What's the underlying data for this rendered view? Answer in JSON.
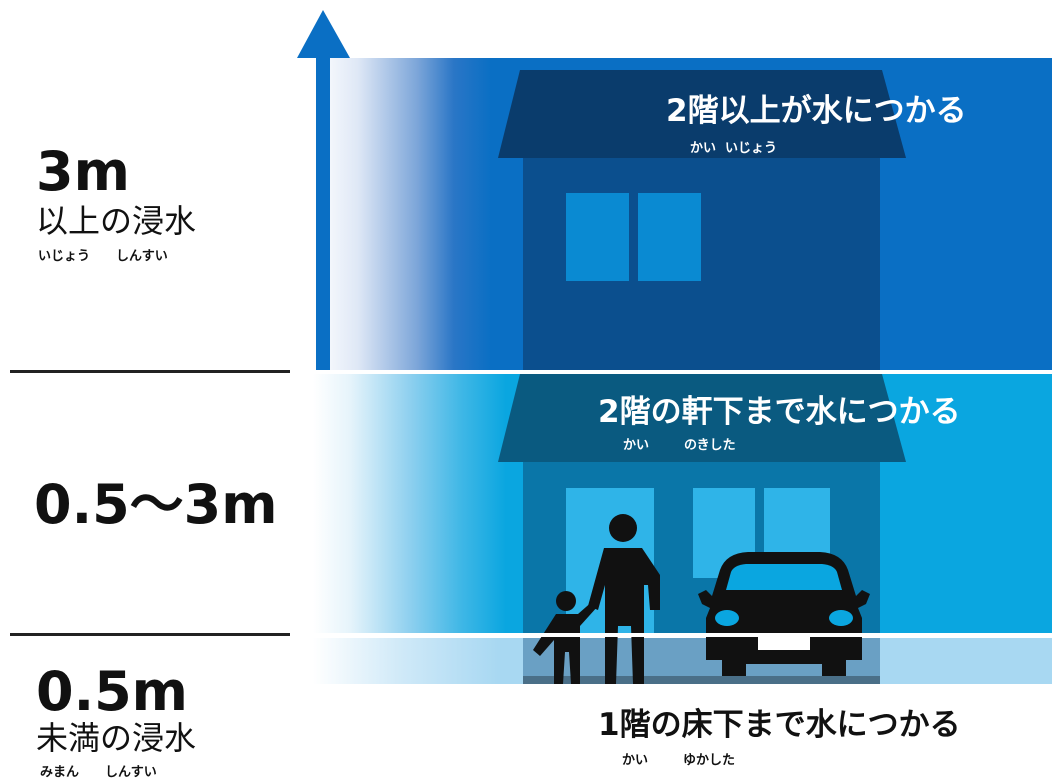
{
  "levels": {
    "top": {
      "value": "3m",
      "label": "以上の浸水",
      "ruby": "いじょう　　しんすい"
    },
    "middle": {
      "value": "0.5〜3m"
    },
    "bottom": {
      "value": "0.5m",
      "label": "未満の浸水",
      "ruby": "みまん　　しんすい"
    }
  },
  "captions": {
    "top": {
      "text": "2階以上が水につかる",
      "ruby": "かい  いじょう"
    },
    "middle": {
      "text": "2階の軒下まで水につかる",
      "ruby": "かい　　  のきした"
    },
    "bottom": {
      "text": "1階の床下まで水につかる",
      "ruby": "かい　　  ゆかした"
    }
  },
  "colors": {
    "deep_water": "#0a6fc4",
    "mid_water": "#0aa6e0",
    "shallow_water": "#a8d8f2",
    "arrow": "#0a6fc4",
    "house": "#0b3e6e",
    "silhouette": "#111111"
  },
  "icons": [
    "up-arrow-icon",
    "house-icon",
    "adult-icon",
    "child-icon",
    "car-icon"
  ]
}
